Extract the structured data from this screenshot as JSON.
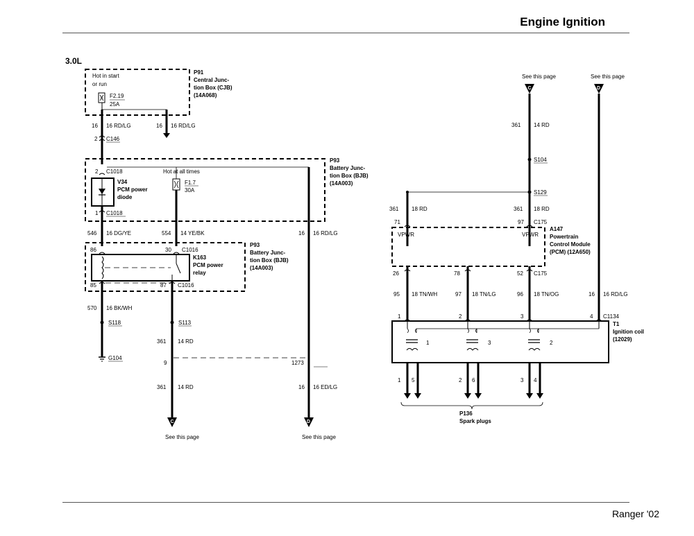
{
  "header": {
    "title": "Engine Ignition"
  },
  "footer": {
    "text": "Ranger '02"
  },
  "engine": "3.0L",
  "see_this_page": "See this page",
  "connectors": {
    "c": "C",
    "d": "D"
  },
  "p91": {
    "id": "P91",
    "l1": "Central Junc-",
    "l2": "tion Box (CJB)",
    "l3": "(14A068)",
    "hot1": "Hot in start",
    "hot2": "or run",
    "fuse": "F2.19",
    "amp": "25A"
  },
  "p93": {
    "id": "P93",
    "l1": "Battery Junc-",
    "l2": "tion Box (BJB)",
    "l3": "(14A003)"
  },
  "p93_top": {
    "hot": "Hot at all times",
    "fuse": "F1.7",
    "amp": "30A"
  },
  "v34": {
    "id": "V34",
    "l1": "PCM power",
    "l2": "diode"
  },
  "k163": {
    "id": "K163",
    "l1": "PCM power",
    "l2": "relay"
  },
  "a147": {
    "id": "A147",
    "l1": "Powertrain",
    "l2": "Control Module",
    "l3": "(PCM) (12A650)",
    "vpwr": "VPWR"
  },
  "t1": {
    "id": "T1",
    "l1": "Ignition coil",
    "l2": "(12029)",
    "coil1": "1",
    "coil2": "3",
    "coil3": "2"
  },
  "p136": {
    "id": "P136",
    "l1": "Spark plugs"
  },
  "wires": {
    "w16_left": "16",
    "w16_left_c": "16 RD/LG",
    "w16_right": "16",
    "w16_right_c": "16 RD/LG",
    "w546": "546",
    "w546_c": "16 DG/YE",
    "w554": "554",
    "w554_c": "14 YE/BK",
    "w16_bjb": "16",
    "w16_bjb_c": "16 RD/LG",
    "w570": "570",
    "w570_c": "16 BK/WH",
    "w361_a": "361",
    "w361_a_c": "14 RD",
    "w361_b": "361",
    "w361_b_c": "14 RD",
    "w16_ed": "16",
    "w16_ed_c": "16 ED/LG",
    "w361_top": "361",
    "w361_top_c": "14 RD",
    "w361_l": "361",
    "w361_l_c": "18 RD",
    "w361_r": "361",
    "w361_r_c": "18 RD",
    "w95": "95",
    "w95_c": "18 TN/WH",
    "w97": "97",
    "w97_c": "18 TN/LG",
    "w96": "96",
    "w96_c": "18 TN/OG",
    "w16_t1": "16",
    "w16_t1_c": "16 RD/LG"
  },
  "conn": {
    "c146": "C146",
    "c146_pin": "2",
    "c1018": "C1018",
    "c1018_top": "2",
    "c1018_bot": "1",
    "c1016": "C1016",
    "c1016_86": "86",
    "c1016_30": "30",
    "c1016_85": "85",
    "c1016_87": "87",
    "s118": "S118",
    "g104": "G104",
    "s113": "S113",
    "pin9": "9",
    "pin1273": "1273",
    "s104": "S104",
    "s129": "S129",
    "c175": "C175",
    "c175_71": "71",
    "c175_97": "97",
    "c175_26": "26",
    "c175_78": "78",
    "c175_52": "52",
    "c1134": "C1134",
    "t1_p1": "1",
    "t1_p2": "2",
    "t1_p3": "3",
    "t1_p4": "4",
    "sp1": "1",
    "sp5": "5",
    "sp2": "2",
    "sp6": "6",
    "sp3": "3",
    "sp4": "4"
  }
}
